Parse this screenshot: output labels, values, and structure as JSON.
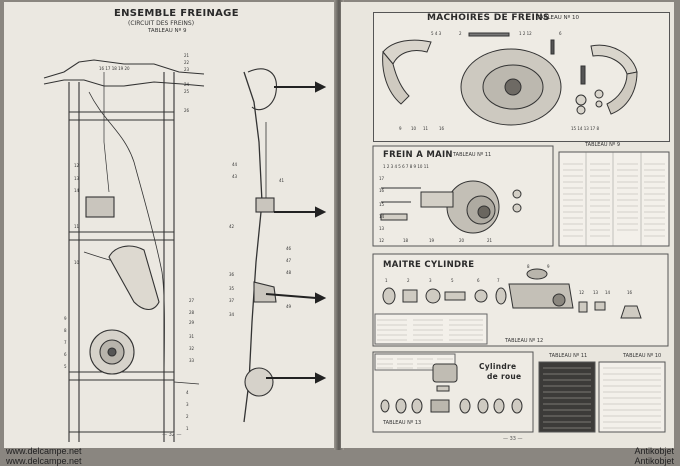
{
  "left_page": {
    "title": "ENSEMBLE FREINAGE",
    "subtitle": "(CIRCUIT DES FREINS)",
    "tableau": "TABLEAU Nº 9",
    "page_number": "— 32 —"
  },
  "right_page": {
    "sections": {
      "machoires": {
        "title": "MACHOIRES DE FREINS",
        "tableau": "TABLEAU Nº 10"
      },
      "frein_main": {
        "title": "FREIN A MAIN",
        "tableau": "TABLEAU Nº 11"
      },
      "tableau9_label": "TABLEAU Nº 9",
      "maitre": {
        "title": "MAITRE CYLINDRE",
        "tableau": "TABLEAU Nº 12"
      },
      "cylindre_roue": {
        "title_line1": "Cylindre",
        "title_line2": "de roue",
        "tableau": "TABLEAU Nº 13"
      },
      "tableau11_label": "TABLEAU Nº 11",
      "tableau10_label": "TABLEAU Nº 10"
    },
    "page_number": "— 33 —"
  },
  "watermark": {
    "left1": "www.delcampe.net",
    "left2": "www.delcampe.net",
    "right1": "Antikobjet",
    "right2": "Antikobjet"
  }
}
